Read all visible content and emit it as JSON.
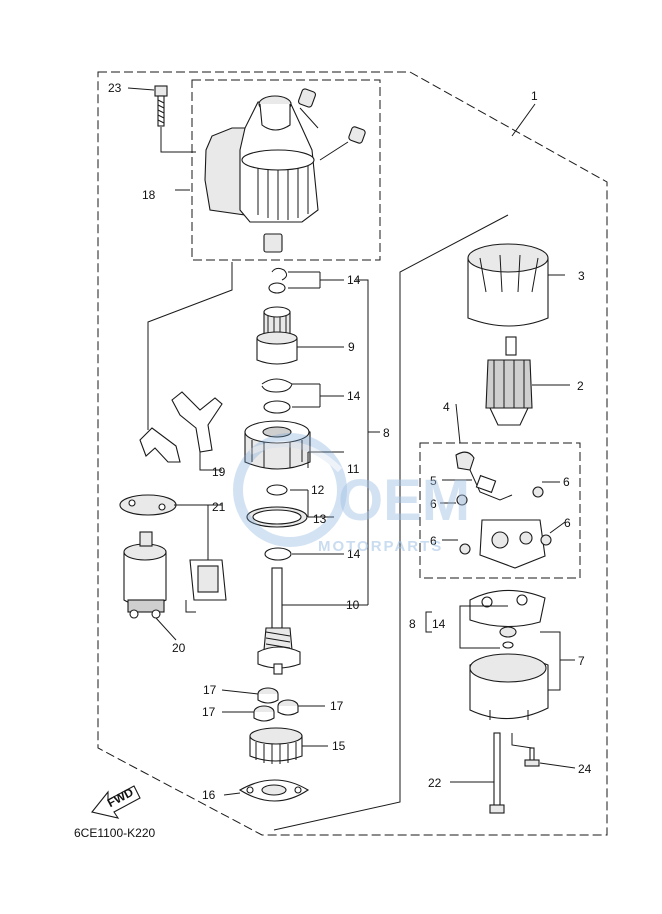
{
  "diagram": {
    "code": "6CE1100-K220",
    "fwd_label": "FWD",
    "watermark": {
      "main": "OEM",
      "sub": "MOTORPARTS"
    },
    "callouts": {
      "c1": "1",
      "c2": "2",
      "c3": "3",
      "c4": "4",
      "c5": "5",
      "c6a": "6",
      "c6b": "6",
      "c6c": "6",
      "c6d": "6",
      "c7": "7",
      "c8a": "8",
      "c8b": "8",
      "c9": "9",
      "c10": "10",
      "c11": "11",
      "c12": "12",
      "c13": "13",
      "c14a": "14",
      "c14b": "14",
      "c14c": "14",
      "c14d": "14",
      "c15": "15",
      "c16": "16",
      "c17a": "17",
      "c17b": "17",
      "c17c": "17",
      "c18": "18",
      "c19": "19",
      "c20": "20",
      "c21": "21",
      "c22": "22",
      "c23": "23",
      "c24": "24"
    }
  }
}
